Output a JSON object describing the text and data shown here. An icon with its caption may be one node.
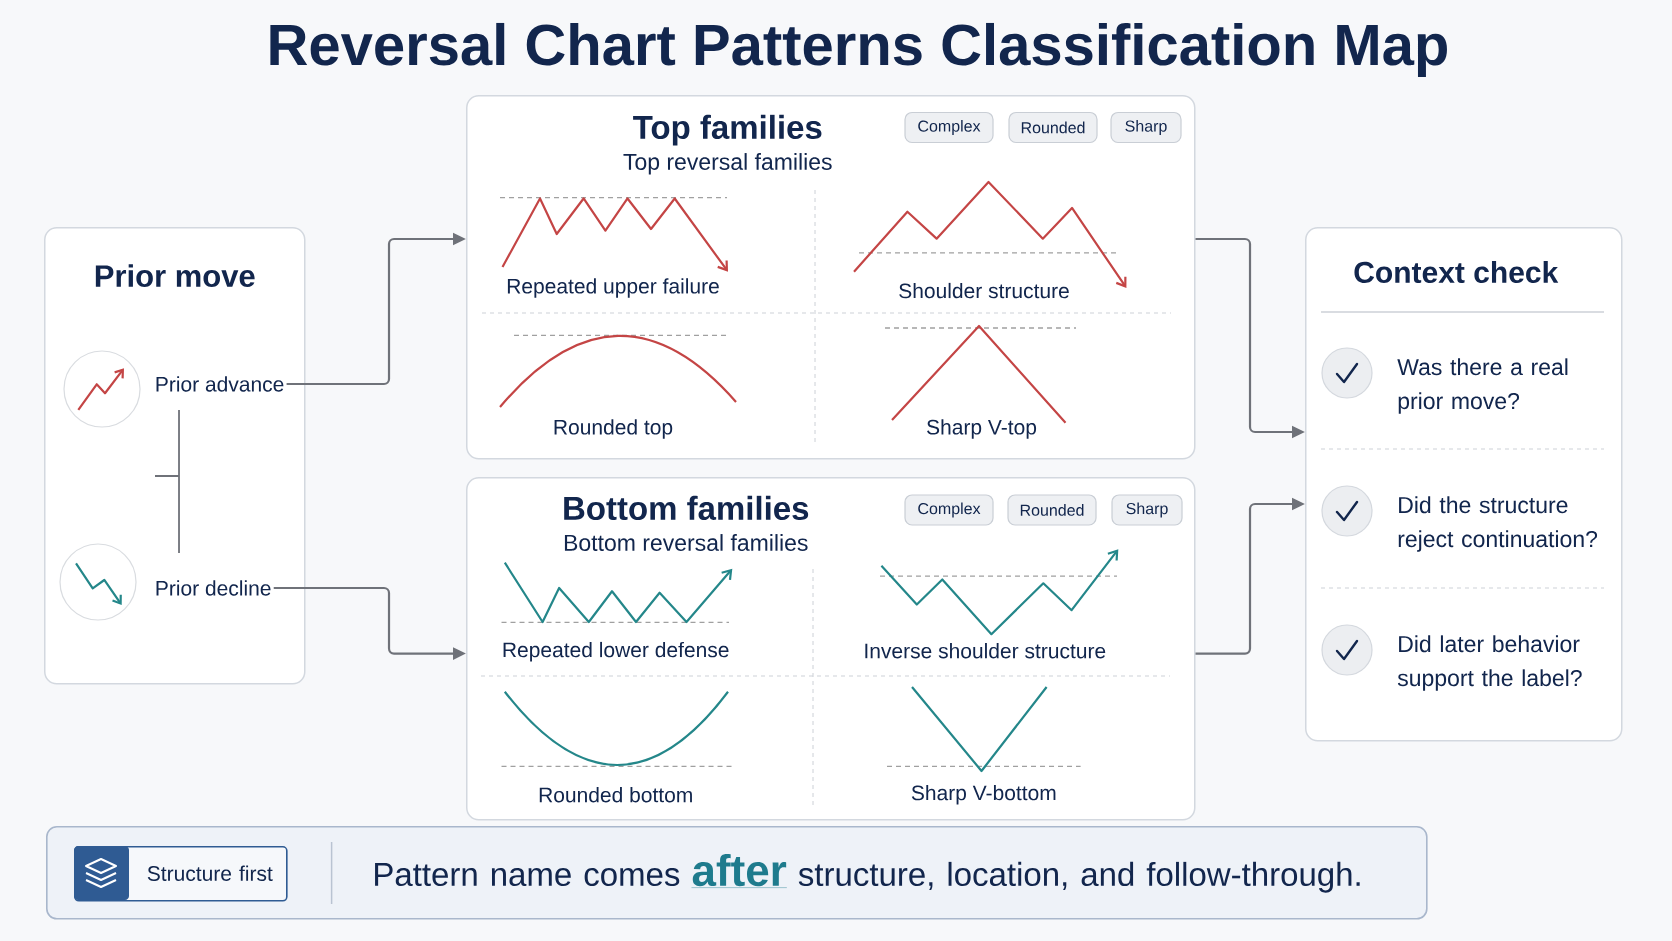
{
  "diagram": {
    "title": "Reversal Chart Patterns Classification Map",
    "nodes": [
      {
        "text": [
          "Prior move"
        ]
      },
      {
        "text": [
          "Prior advance"
        ],
        "in": 0
      },
      {
        "text": [
          "Prior decline"
        ],
        "in": 0
      },
      {
        "text": [
          "Top families",
          "Top reversal families"
        ]
      },
      {
        "text": [
          "Complex"
        ],
        "in": 3
      },
      {
        "text": [
          "Rounded"
        ],
        "in": 3
      },
      {
        "text": [
          "Sharp"
        ],
        "in": 3
      },
      {
        "text": [
          "Repeated upper failure"
        ],
        "in": 3
      },
      {
        "text": [
          "Shoulder structure"
        ],
        "in": 3
      },
      {
        "text": [
          "Rounded top"
        ],
        "in": 3
      },
      {
        "text": [
          "Sharp V-top"
        ],
        "in": 3
      },
      {
        "text": [
          "Bottom families",
          "Bottom reversal families"
        ]
      },
      {
        "text": [
          "Complex"
        ],
        "in": 11
      },
      {
        "text": [
          "Rounded"
        ],
        "in": 11
      },
      {
        "text": [
          "Sharp"
        ],
        "in": 11
      },
      {
        "text": [
          "Repeated lower defense"
        ],
        "in": 11
      },
      {
        "text": [
          "Inverse shoulder structure"
        ],
        "in": 11
      },
      {
        "text": [
          "Rounded bottom"
        ],
        "in": 11
      },
      {
        "text": [
          "Sharp V-bottom"
        ],
        "in": 11
      },
      {
        "text": [
          "Context check"
        ]
      },
      {
        "text": [
          "Was there a real prior move?"
        ],
        "in": 19
      },
      {
        "text": [
          "Did the structure reject continuation?"
        ],
        "in": 19
      },
      {
        "text": [
          "Did later behavior support the label?"
        ],
        "in": 19
      },
      {
        "text": [
          "Pattern name comes **after** structure, location, and follow-through."
        ]
      },
      {
        "text": [
          "Structure first"
        ],
        "in": 23
      }
    ],
    "edges": [
      {
        "from": 1,
        "to": 3,
        "arrow": "to"
      },
      {
        "from": 2,
        "to": 11,
        "arrow": "to"
      },
      {
        "from": 3,
        "to": 19,
        "arrow": "to"
      },
      {
        "from": 11,
        "to": 19,
        "arrow": "to"
      }
    ]
  }
}
